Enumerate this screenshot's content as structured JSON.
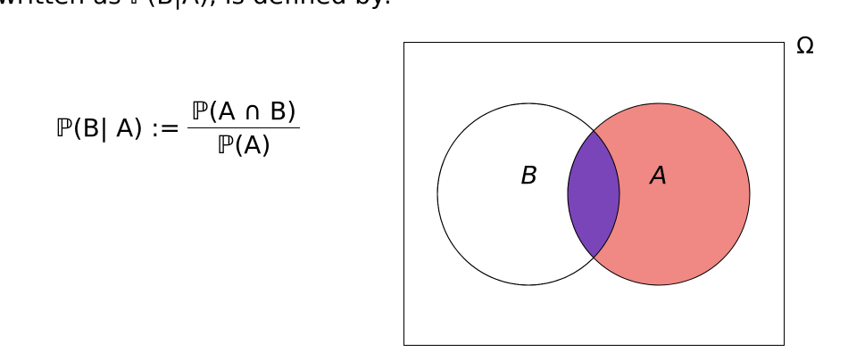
{
  "intro_text": "written as ℙ(B|A), is defined by:",
  "formula": {
    "lhs": "ℙ(B| A) :=",
    "numerator": "ℙ(A ∩ B)",
    "denominator": "ℙ(A)"
  },
  "diagram": {
    "universe_label": "Ω",
    "set_b_label": "B",
    "set_a_label": "A",
    "colors": {
      "a_only": "#f08883",
      "intersection": "#7a45b8",
      "b_only": "#ffffff"
    }
  }
}
